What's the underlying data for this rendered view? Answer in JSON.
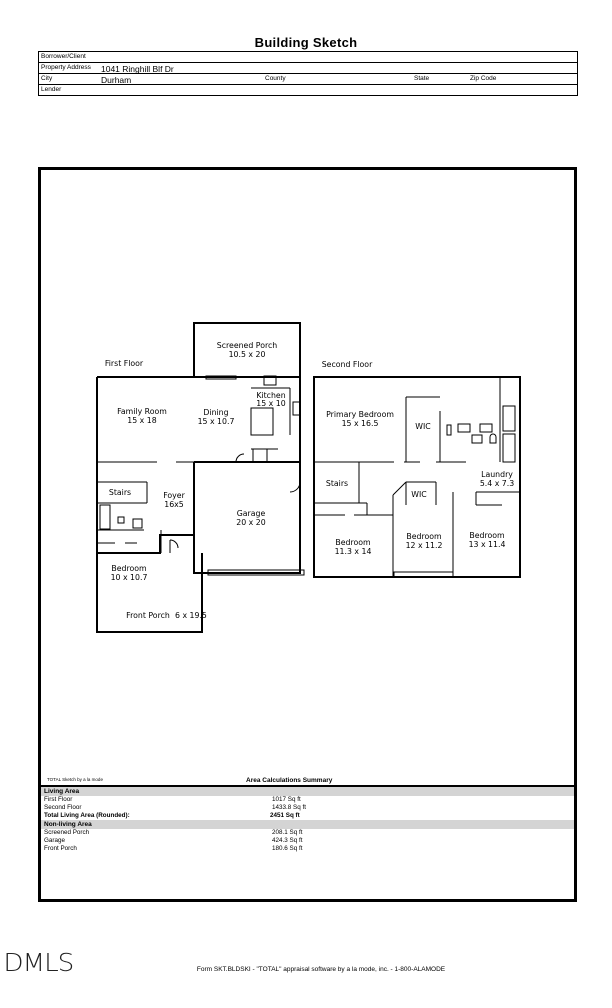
{
  "document": {
    "title": "Building Sketch",
    "header": {
      "borrower_label": "Borrower/Client",
      "borrower_value": "",
      "address_label": "Property Address",
      "address_value": "1041 Ringhill Blf Dr",
      "city_label": "City",
      "city_value": "Durham",
      "county_label": "County",
      "county_value": "",
      "state_label": "State",
      "state_value": "",
      "zip_label": "Zip Code",
      "zip_value": "",
      "lender_label": "Lender",
      "lender_value": ""
    },
    "sketch": {
      "first_floor_label": "First Floor",
      "second_floor_label": "Second Floor",
      "first_floor_rooms": [
        {
          "name": "Screened Porch",
          "dims": "10.5 x 20"
        },
        {
          "name": "Family Room",
          "dims": "15 x 18"
        },
        {
          "name": "Dining",
          "dims": "15 x 10.7"
        },
        {
          "name": "Kitchen",
          "dims": "15 x 10"
        },
        {
          "name": "Stairs",
          "dims": ""
        },
        {
          "name": "Foyer",
          "dims": "16x5"
        },
        {
          "name": "Garage",
          "dims": "20 x 20"
        },
        {
          "name": "Bedroom",
          "dims": "10 x 10.7"
        },
        {
          "name": "Front Porch",
          "dims": "6 x 19.5"
        }
      ],
      "second_floor_rooms": [
        {
          "name": "Primary Bedroom",
          "dims": "15 x 16.5"
        },
        {
          "name": "WIC",
          "dims": ""
        },
        {
          "name": "Stairs",
          "dims": ""
        },
        {
          "name": "WIC",
          "dims": ""
        },
        {
          "name": "Laundry",
          "dims": "5.4 x 7.3"
        },
        {
          "name": "Bedroom",
          "dims": "11.3 x 14"
        },
        {
          "name": "Bedroom",
          "dims": "12 x 11.2"
        },
        {
          "name": "Bedroom",
          "dims": "13 x 11.4"
        }
      ]
    },
    "area_summary": {
      "software_note": "TOTAL Sketch by a la mode",
      "title": "Area Calculations Summary",
      "living_header": "Living Area",
      "living": [
        {
          "label": "First Floor",
          "value": "1017 Sq ft"
        },
        {
          "label": "Second Floor",
          "value": "1433.8 Sq ft"
        }
      ],
      "total_label": "Total Living Area (Rounded):",
      "total_value": "2451 Sq ft",
      "nonliving_header": "Non-living Area",
      "nonliving": [
        {
          "label": "Screened Porch",
          "value": "208.1 Sq ft"
        },
        {
          "label": "Garage",
          "value": "424.3 Sq ft"
        },
        {
          "label": "Front Porch",
          "value": "180.6 Sq ft"
        }
      ]
    },
    "logo": "DMLS",
    "footer": "Form SKT.BLDSKI - \"TOTAL\" appraisal software by a la mode, inc. - 1-800-ALAMODE"
  }
}
